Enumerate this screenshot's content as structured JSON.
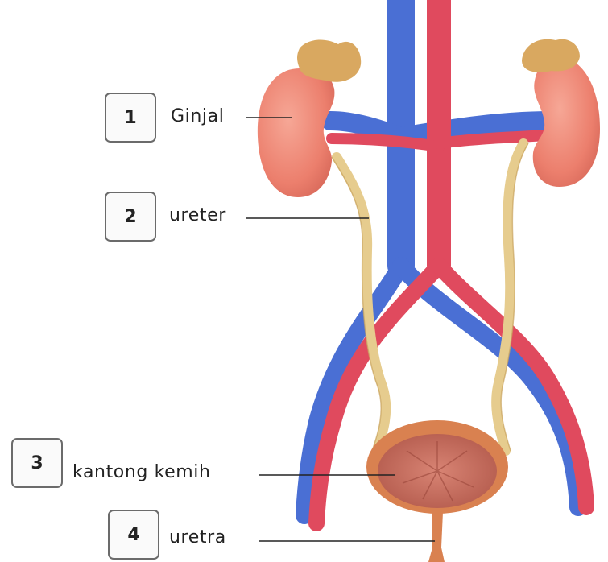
{
  "labels": [
    {
      "number": "1",
      "text": "Ginjal"
    },
    {
      "number": "2",
      "text": "ureter"
    },
    {
      "number": "3",
      "text": "kantong kemih"
    },
    {
      "number": "4",
      "text": "uretra"
    }
  ],
  "colors": {
    "vein": "#4a6fd4",
    "artery": "#e04a5e",
    "kidney": "#ee8a78",
    "adrenal": "#d9a860",
    "ureter": "#e6cc8e",
    "bladder": "#d98150",
    "leader_line": "#222222"
  }
}
